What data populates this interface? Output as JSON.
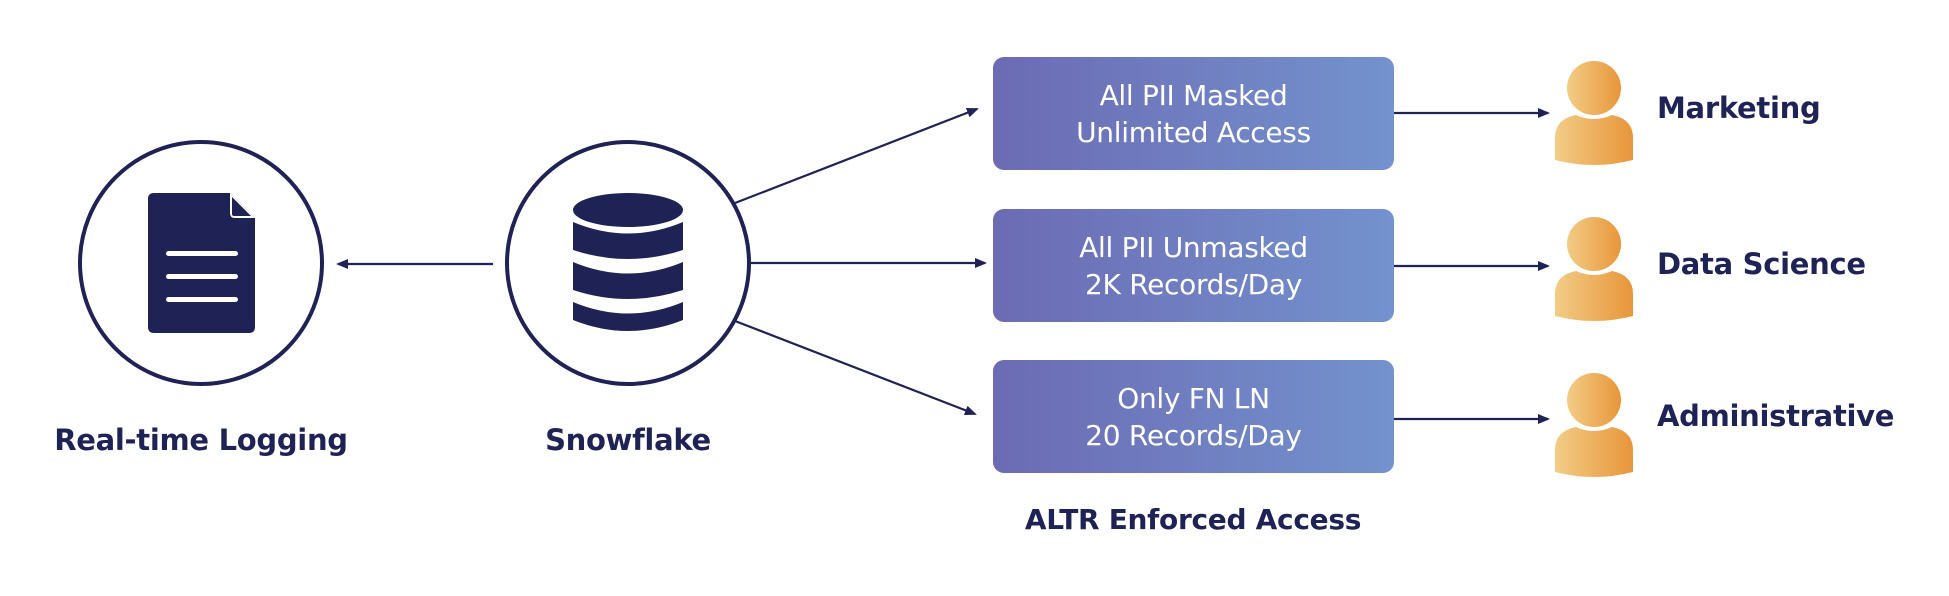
{
  "nodes": {
    "logging": {
      "label": "Real-time Logging",
      "icon": "document-icon"
    },
    "source": {
      "label": "Snowflake",
      "icon": "database-icon"
    }
  },
  "access_group_label": "ALTR Enforced Access",
  "rules": [
    {
      "line1": "All PII Masked",
      "line2": "Unlimited Access",
      "user": "Marketing"
    },
    {
      "line1": "All PII Unmasked",
      "line2": "2K Records/Day",
      "user": "Data Science"
    },
    {
      "line1": "Only FN LN",
      "line2": "20 Records/Day",
      "user": "Administrative"
    }
  ],
  "colors": {
    "navy": "#1f2255",
    "box_gradient_start": "#6c6bb3",
    "box_gradient_end": "#7392ce",
    "user_icon_light": "#f2c77e",
    "user_icon_dark": "#e8973a"
  }
}
